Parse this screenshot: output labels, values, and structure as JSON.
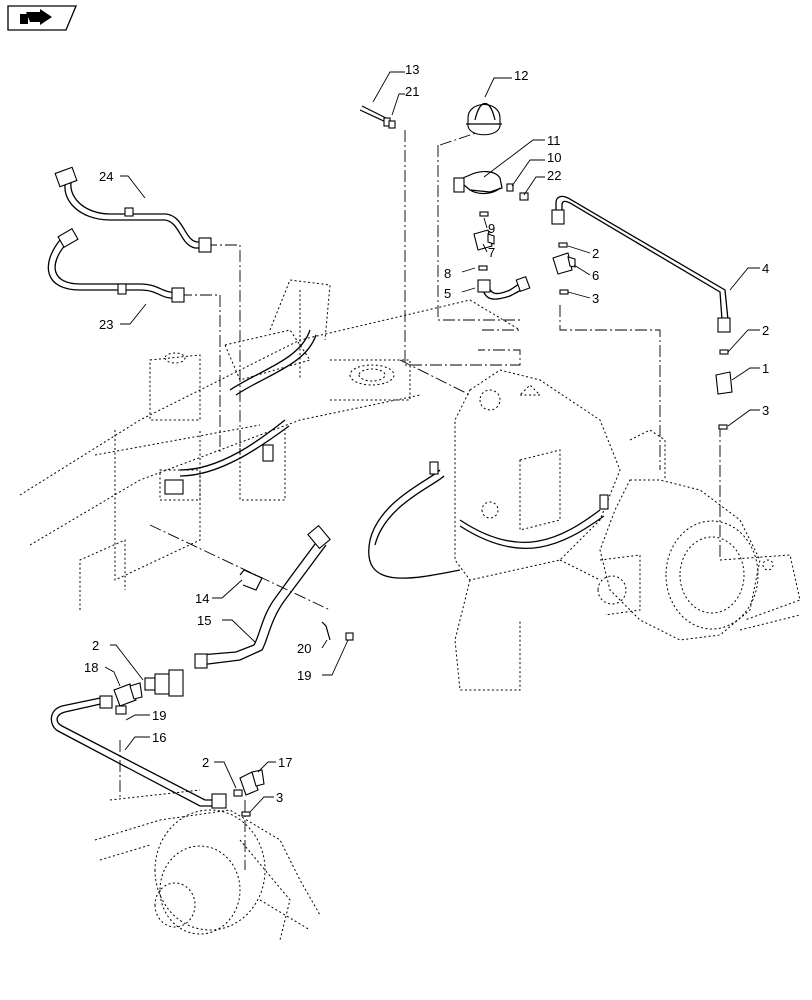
{
  "diagram": {
    "nav_icon": "next-page-arrow-icon",
    "callouts": [
      "13",
      "21",
      "12",
      "11",
      "10",
      "22",
      "9",
      "7",
      "8",
      "5",
      "2",
      "6",
      "3",
      "4",
      "2",
      "1",
      "3",
      "24",
      "23",
      "14",
      "15",
      "20",
      "19",
      "2",
      "18",
      "19",
      "16",
      "2",
      "17",
      "3"
    ]
  }
}
